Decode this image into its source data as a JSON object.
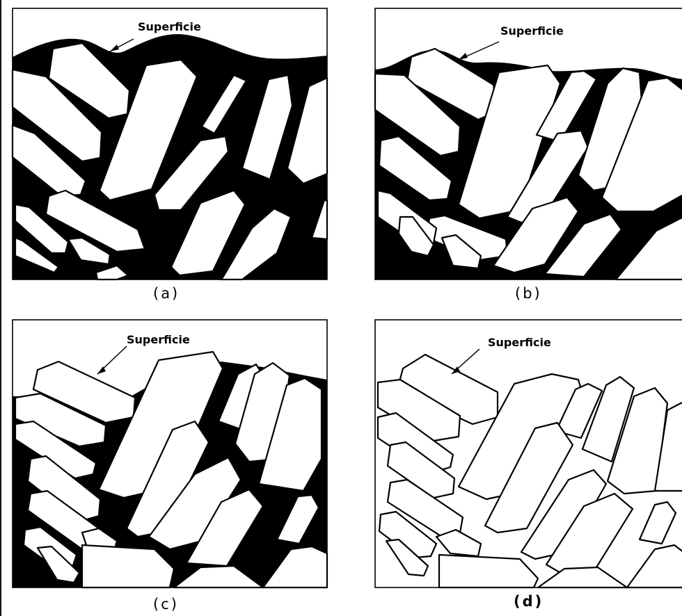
{
  "figure": {
    "panels": [
      {
        "id": "a",
        "label": "(a)",
        "annotation": "Superficie"
      },
      {
        "id": "b",
        "label": "(b)",
        "annotation": "Superficie"
      },
      {
        "id": "c",
        "label": "(c)",
        "annotation": "Superficie"
      },
      {
        "id": "d",
        "label": "(d)",
        "annotation": "Superficie"
      }
    ]
  }
}
